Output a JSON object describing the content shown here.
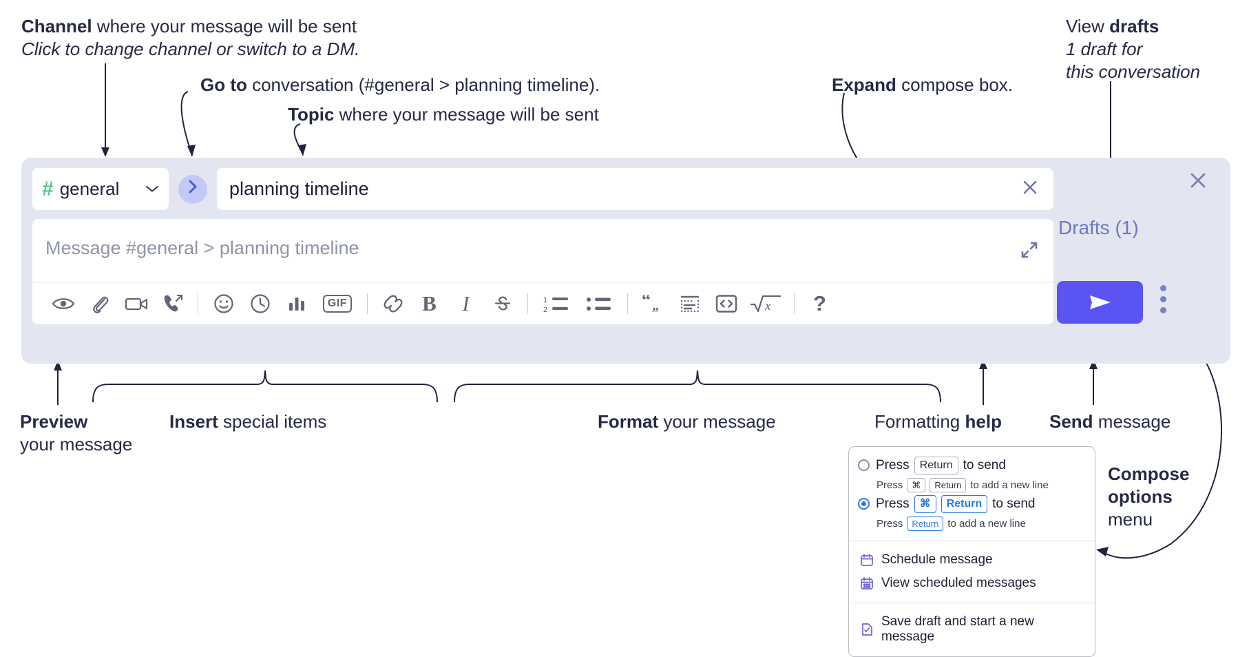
{
  "annotations": {
    "channel": {
      "bold": "Channel",
      "rest": " where your message will be sent",
      "italic": "Click to change channel or switch to a DM."
    },
    "goto": {
      "bold": "Go to",
      "rest": " conversation (#general > planning timeline)."
    },
    "topic": {
      "bold": "Topic",
      "rest": " where your message will be sent"
    },
    "expand": {
      "bold": "Expand",
      "rest": " compose box."
    },
    "drafts": {
      "bold_lead": "View ",
      "bold": "drafts",
      "italic1": "1 draft for",
      "italic2": "this conversation"
    },
    "preview": {
      "bold": "Preview",
      "rest": "your message"
    },
    "insert": {
      "bold": "Insert",
      "rest": " special items"
    },
    "format": {
      "bold": "Format",
      "rest": " your message"
    },
    "help": {
      "lead": "Formatting ",
      "bold": "help"
    },
    "send": {
      "bold": "Send",
      "rest": " message"
    },
    "compose_options": {
      "bold1": "Compose",
      "bold2": "options",
      "rest": "menu"
    }
  },
  "compose": {
    "channel": {
      "hash": "#",
      "name": "general",
      "chevron": "⌄"
    },
    "goto_button": {
      "glyph": "›"
    },
    "topic": {
      "value": "planning timeline",
      "clear_glyph": "✕"
    },
    "message": {
      "placeholder": "Message #general > planning timeline"
    },
    "toolbar": [
      {
        "name": "preview-icon",
        "label": "Preview"
      },
      {
        "name": "attach-icon",
        "label": "Attach file"
      },
      {
        "name": "video-icon",
        "label": "Video clip"
      },
      {
        "name": "audio-call-icon",
        "label": "Audio clip"
      },
      {
        "name": "separator",
        "label": ""
      },
      {
        "name": "emoji-icon",
        "label": "Emoji"
      },
      {
        "name": "reminder-clock-icon",
        "label": "Reminder"
      },
      {
        "name": "poll-icon",
        "label": "Poll"
      },
      {
        "name": "gif-icon",
        "label": "GIF"
      },
      {
        "name": "separator",
        "label": ""
      },
      {
        "name": "link-icon",
        "label": "Link"
      },
      {
        "name": "bold-icon",
        "label": "B"
      },
      {
        "name": "italic-icon",
        "label": "I"
      },
      {
        "name": "strikethrough-icon",
        "label": "S"
      },
      {
        "name": "separator",
        "label": ""
      },
      {
        "name": "ordered-list-icon",
        "label": "Ordered list"
      },
      {
        "name": "bulleted-list-icon",
        "label": "Bulleted list"
      },
      {
        "name": "separator",
        "label": ""
      },
      {
        "name": "blockquote-icon",
        "label": "Blockquote"
      },
      {
        "name": "code-block-icon",
        "label": "Code block"
      },
      {
        "name": "inline-code-icon",
        "label": "Inline code"
      },
      {
        "name": "latex-icon",
        "label": "LaTeX"
      },
      {
        "name": "separator",
        "label": ""
      },
      {
        "name": "help-icon",
        "label": "?"
      }
    ],
    "drafts_label": "Drafts (1)",
    "send_glyph": "➤",
    "close_glyph": "✕"
  },
  "options_menu": {
    "shortcuts": [
      {
        "selected": false,
        "main": {
          "lead": "Press",
          "keys": [
            "Return"
          ],
          "tail": "to send"
        },
        "sub": {
          "lead": "Press",
          "keys": [
            "⌘",
            "Return"
          ],
          "tail": "to add a new line"
        }
      },
      {
        "selected": true,
        "main": {
          "lead": "Press",
          "keys": [
            "⌘",
            "Return"
          ],
          "tail": "to send"
        },
        "sub": {
          "lead": "Press",
          "keys": [
            "Return"
          ],
          "tail": "to add a new line"
        }
      }
    ],
    "items_group1": [
      {
        "icon": "calendar-icon",
        "label": "Schedule message"
      },
      {
        "icon": "calendar-grid-icon",
        "label": "View scheduled messages"
      }
    ],
    "items_group2": [
      {
        "icon": "save-draft-icon",
        "label": "Save draft and start a new message"
      }
    ]
  },
  "colors": {
    "panel_bg": "#e3e5f1",
    "send_button": "#5a55f2",
    "accent_purple": "#6f76c0",
    "hash_green": "#5bc491",
    "blue_key": "#2a7ae4",
    "menu_icon": "#6f63d8"
  }
}
